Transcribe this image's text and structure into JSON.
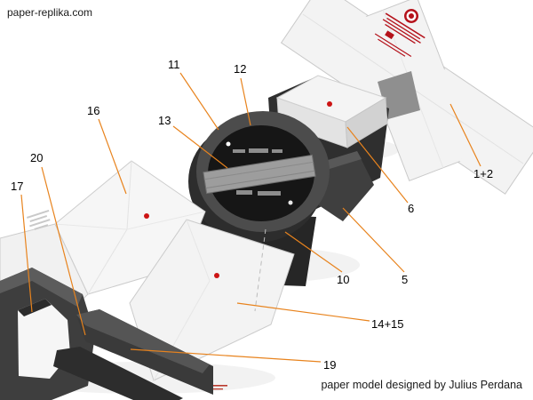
{
  "header": {
    "site": "paper-replika.com"
  },
  "footer": {
    "credit": "paper model designed by Julius Perdana"
  },
  "part_labels": [
    {
      "id": "11",
      "text": "11"
    },
    {
      "id": "12",
      "text": "12"
    },
    {
      "id": "13",
      "text": "13"
    },
    {
      "id": "16",
      "text": "16"
    },
    {
      "id": "20",
      "text": "20"
    },
    {
      "id": "17",
      "text": "17"
    },
    {
      "id": "1+2",
      "text": "1+2"
    },
    {
      "id": "6",
      "text": "6"
    },
    {
      "id": "5",
      "text": "5"
    },
    {
      "id": "10",
      "text": "10"
    },
    {
      "id": "14+15",
      "text": "14+15"
    },
    {
      "id": "19",
      "text": "19"
    }
  ],
  "colors": {
    "annotation_line": "#e8831d",
    "marker_red": "#cc1414",
    "print_red": "#b5121b",
    "part_dark": "#3a3a3a",
    "part_light": "#f3f3f3",
    "background": "#ffffff"
  }
}
